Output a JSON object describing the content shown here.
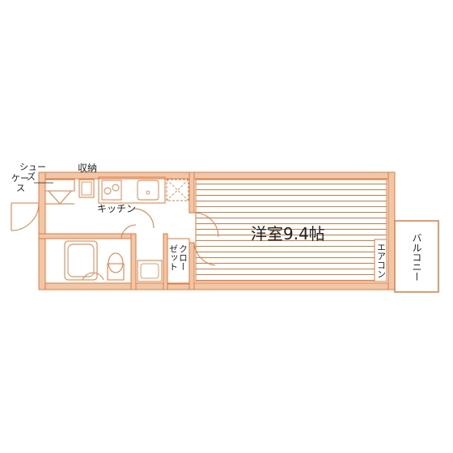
{
  "colors": {
    "wall": "#e8b48e",
    "line": "#e07a3c",
    "background": "#ffffff",
    "text": "#222222"
  },
  "labels": {
    "main_room": "洋室9.4帖",
    "kitchen": "キッチン",
    "storage": "収納",
    "shoe_case_line1": "シュー",
    "shoe_case_line2": "ズ",
    "shoe_case_line3": "ケー",
    "shoe_case_line4": "ス",
    "closet_line1": "クロー",
    "closet_line2": "ゼット",
    "aircon": "エアコン",
    "balcony": "バルコニー"
  },
  "icons": [
    "sink-icon",
    "stove-icon",
    "toilet-icon",
    "bathtub-icon",
    "washbasin-icon",
    "fridge-space-icon"
  ]
}
